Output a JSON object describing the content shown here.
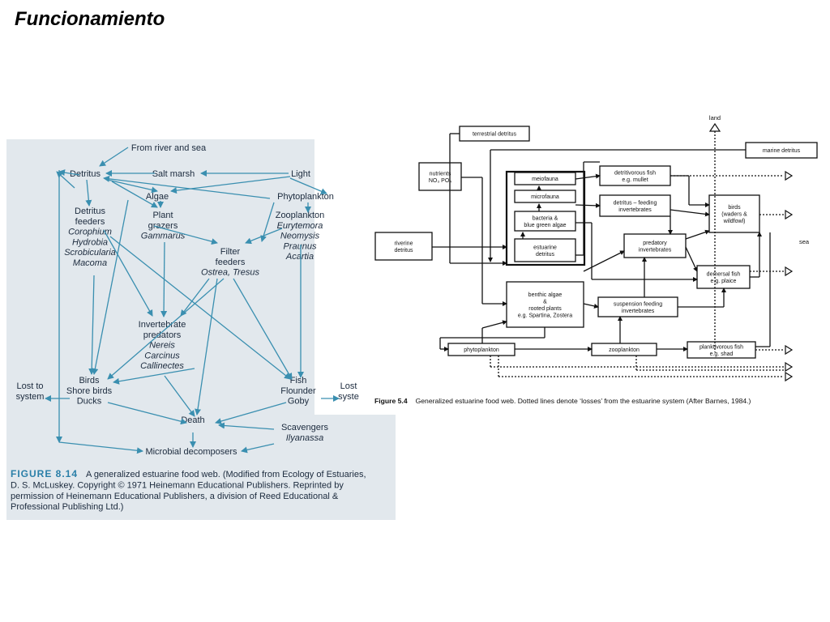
{
  "slide": {
    "title": "Funcionamiento"
  },
  "left_figure": {
    "colors": {
      "background": "#e2e8ed",
      "node_text": "#1b2a3d",
      "arrow": "#3a8fb0",
      "caption_label": "#2a7fa8",
      "caption_text": "#1b2a3d"
    },
    "nodes": {
      "from_river": [
        "From river and sea"
      ],
      "detritus": [
        "Detritus"
      ],
      "salt_marsh": [
        "Salt marsh"
      ],
      "light": [
        "Light"
      ],
      "algae": [
        "Algae"
      ],
      "phytoplankton": [
        "Phytoplankton"
      ],
      "detritus_feeders": [
        "Detritus",
        "feeders",
        "Corophium",
        "Hydrobia",
        "Scrobicularia",
        "Macoma"
      ],
      "plant_grazers": [
        "Plant",
        "grazers",
        "Gammarus"
      ],
      "zooplankton": [
        "Zooplankton",
        "Eurytemora",
        "Neomysis",
        "Praunus",
        "Acartia"
      ],
      "filter_feeders": [
        "Filter",
        "feeders",
        "Ostrea, Tresus"
      ],
      "invert_predators": [
        "Invertebrate",
        "predators",
        "Nereis",
        "Carcinus",
        "Callinectes"
      ],
      "lost_left": [
        "Lost to",
        "system"
      ],
      "birds": [
        "Birds",
        "Shore birds",
        "Ducks"
      ],
      "fish": [
        "Fish",
        "Flounder",
        "Goby"
      ],
      "lost_right": [
        "Lost",
        "syste"
      ],
      "death": [
        "Death"
      ],
      "scavengers": [
        "Scavengers",
        "Ilyanassa"
      ],
      "microbial": [
        "Microbial decomposers"
      ]
    },
    "caption": {
      "label": "FIGURE 8.14",
      "lines": [
        "A generalized estuarine food web. (Modified from Ecology of Estuaries,",
        "D. S. McLuskey. Copyright © 1971 Heinemann Educational Publishers. Reprinted by",
        "permission of Heinemann Educational Publishers, a division of Reed Educational &",
        "Professional Publishing Ltd.)"
      ]
    }
  },
  "right_figure": {
    "colors": {
      "line": "#111111",
      "text": "#111111",
      "background": "#ffffff"
    },
    "labels": {
      "land": "land",
      "sea": "sea",
      "terrestrial_detritus": "terrestrial detritus",
      "marine_detritus": "marine detritus",
      "nutrients": [
        "nutrients",
        "NO₃  PO₄"
      ],
      "riverine_detritus": [
        "riverine",
        "detritus"
      ],
      "meiofauna": "meiofauna",
      "microfauna": "microfauna",
      "bacteria": [
        "bacteria  &",
        "blue green algae"
      ],
      "estuarine_detritus": [
        "estuarine",
        "detritus"
      ],
      "detritivorous_fish": [
        "detritivorous fish",
        "e.g. mullet"
      ],
      "detritus_feeding": [
        "detritus – feeding",
        "invertebrates"
      ],
      "birds": [
        "birds",
        "(waders  &",
        "wildfowl)"
      ],
      "predatory_invertebrates": [
        "predatory",
        "invertebrates"
      ],
      "demersal_fish": [
        "demersal fish",
        "e.g. plaice"
      ],
      "benthic_algae": [
        "benthic algae",
        "&",
        "rooted      plants",
        "e.g. Spartina, Zostera"
      ],
      "suspension_feeding": [
        "suspension  feeding",
        "invertebrates"
      ],
      "phytoplankton": "phytoplankton",
      "zooplankton": "zooplankton",
      "planktivorous_fish": [
        "planktivorous  fish",
        "e.g. shad"
      ]
    },
    "caption": {
      "label": "Figure 5.4",
      "text": "Generalized estuarine food web. Dotted lines denote ‘losses’ from the estuarine system (After Barnes, 1984.)"
    }
  }
}
